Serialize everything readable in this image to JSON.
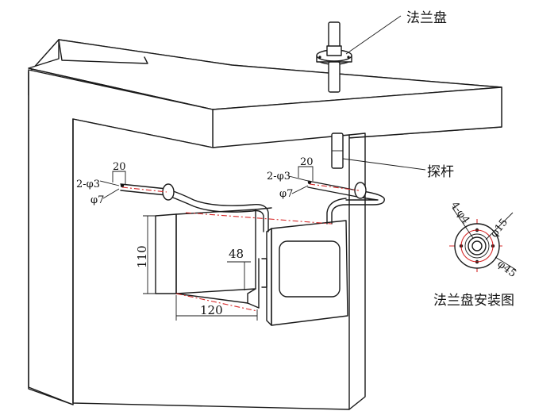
{
  "labels": {
    "flange": "法兰盘",
    "probe_rod": "探杆",
    "flange_install_title": "法兰盘安装图"
  },
  "dimensions": {
    "left_dia_small": "2-φ3",
    "left_dia_large": "φ7",
    "left_len": "20",
    "right_dia_small": "2-φ3",
    "right_dia_large": "φ7",
    "right_len": "20",
    "height": "110",
    "depth": "48",
    "width": "120",
    "flange_holes": "4-φ4",
    "flange_inner": "φ15",
    "flange_outer": "φ45"
  },
  "colors": {
    "line": "#1a1a1a",
    "centerline": "#d62828"
  }
}
